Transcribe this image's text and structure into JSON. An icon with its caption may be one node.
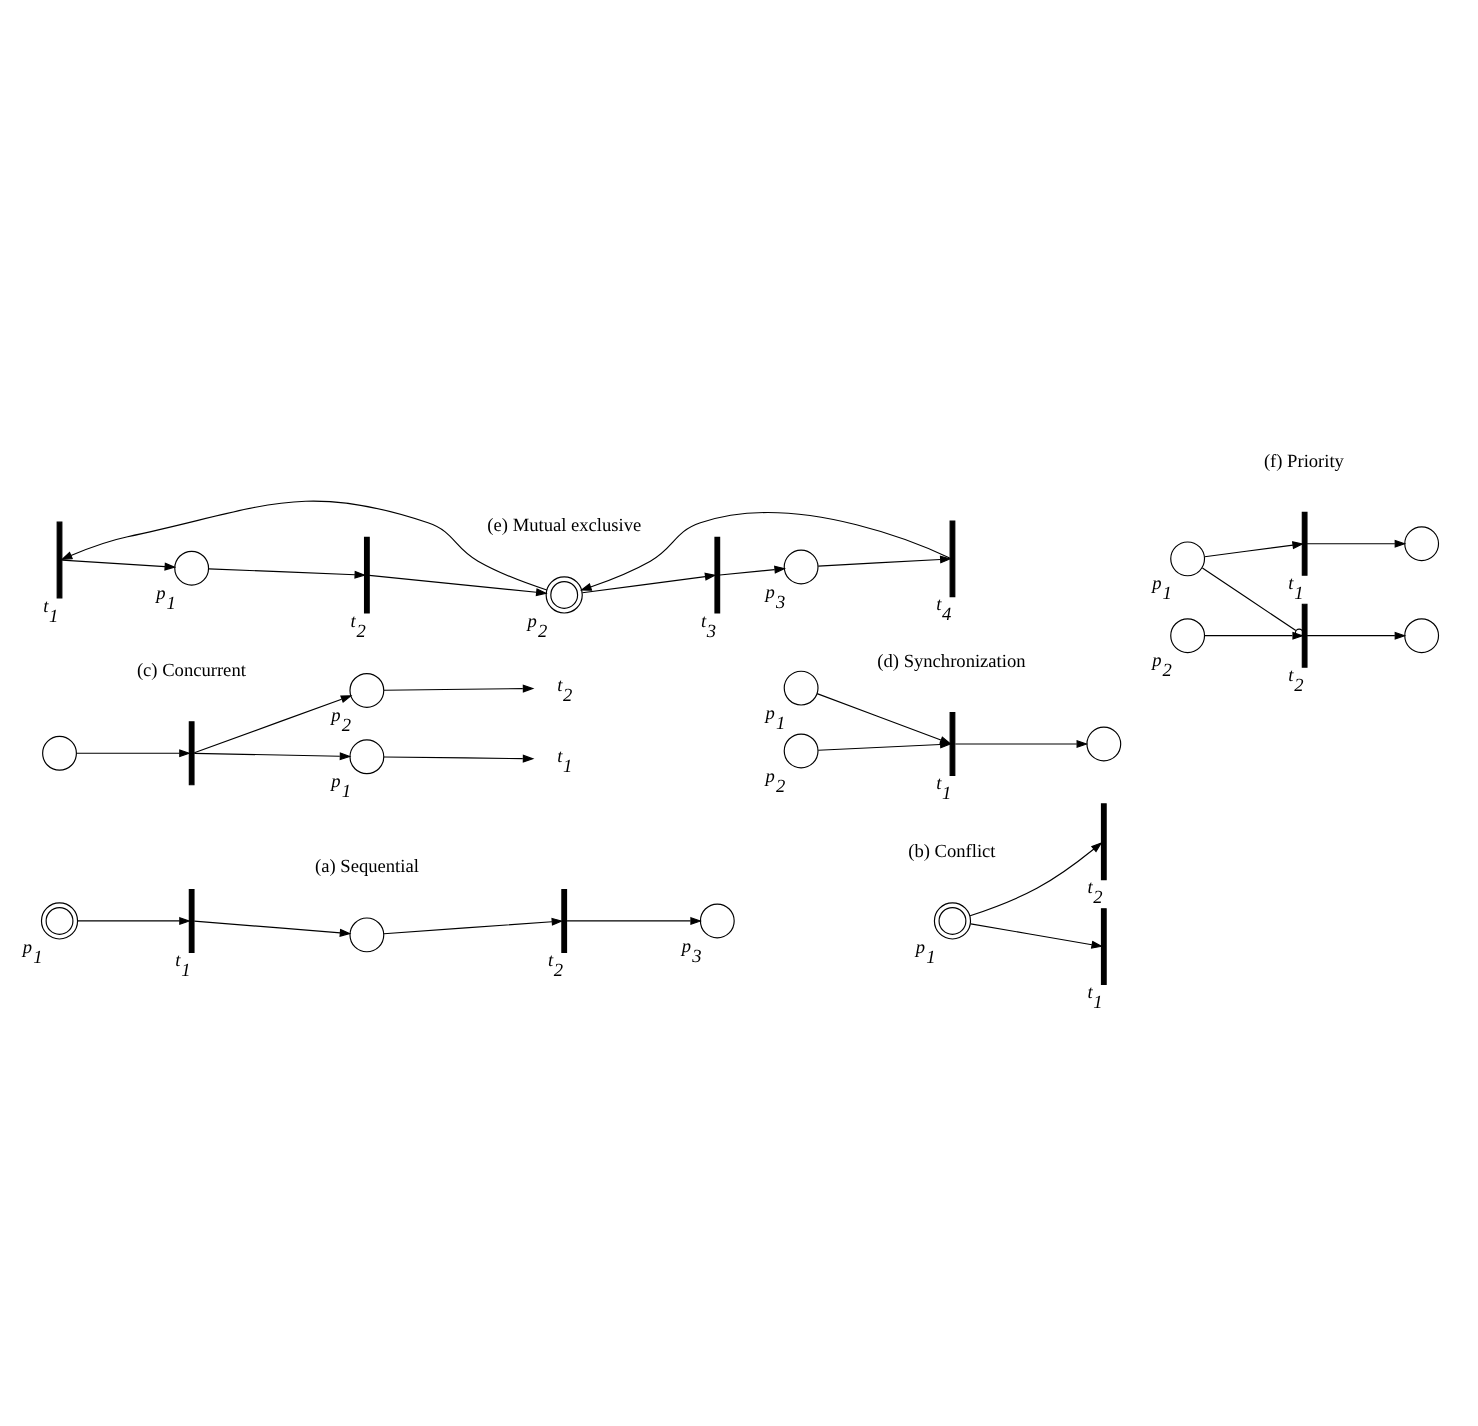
{
  "diagram": {
    "nodes": [
      {
        "text": [],
        "shape": "circle",
        "beside": [
          "p$_{1}$"
        ]
      },
      {
        "text": [],
        "shape": "bar",
        "beside": [
          "t$_{1}$"
        ]
      },
      {
        "text": [],
        "shape": "circle"
      },
      {
        "text": [],
        "shape": "bar",
        "beside": [
          "t$_{2}$"
        ]
      },
      {
        "text": [],
        "shape": "circle",
        "beside": [
          "p$_{3}$"
        ]
      },
      {
        "text": [],
        "shape": "circle",
        "beside": [
          "p$_{1}$"
        ]
      },
      {
        "text": [],
        "shape": "bar",
        "beside": [
          "t$_{1}$"
        ]
      },
      {
        "text": [],
        "shape": "bar",
        "beside": [
          "t$_{2}$"
        ]
      },
      {
        "text": [],
        "shape": "circle"
      },
      {
        "text": [],
        "shape": "bar"
      },
      {
        "text": [],
        "shape": "circle",
        "beside": [
          "p$_{1}$"
        ]
      },
      {
        "text": [],
        "shape": "circle",
        "beside": [
          "p$_{2}$"
        ]
      },
      {
        "text": [
          "t$_{1}$"
        ]
      },
      {
        "text": [
          "t$_{2}$"
        ]
      },
      {
        "text": [],
        "shape": "circle",
        "beside": [
          "p$_{1}$"
        ]
      },
      {
        "text": [],
        "shape": "circle",
        "beside": [
          "p$_{2}$"
        ]
      },
      {
        "text": [],
        "shape": "bar",
        "beside": [
          "t$_{1}$"
        ]
      },
      {
        "text": [],
        "shape": "circle"
      },
      {
        "text": [],
        "shape": "bar",
        "beside": [
          "t$_{1}$"
        ]
      },
      {
        "text": [],
        "shape": "bar",
        "beside": [
          "t$_{3}$"
        ]
      },
      {
        "text": [],
        "shape": "circle",
        "beside": [
          "p$_{1}$"
        ]
      },
      {
        "text": [],
        "shape": "circle",
        "beside": [
          "p$_{2}$"
        ]
      },
      {
        "text": [],
        "shape": "circle",
        "beside": [
          "p$_{3}$"
        ]
      },
      {
        "text": [],
        "shape": "bar",
        "beside": [
          "t$_{2}$"
        ]
      },
      {
        "text": [],
        "shape": "bar",
        "beside": [
          "t$_{4}$"
        ]
      },
      {
        "text": [],
        "shape": "circle",
        "beside": [
          "p$_{1}$"
        ]
      },
      {
        "text": [],
        "shape": "bar",
        "beside": [
          "t$_{1}$"
        ]
      },
      {
        "text": [],
        "shape": "circle"
      },
      {
        "text": [],
        "shape": "circle",
        "beside": [
          "p$_{2}$"
        ]
      },
      {
        "text": [],
        "shape": "bar",
        "beside": [
          "t$_{2}$"
        ]
      },
      {
        "text": [],
        "shape": "circle"
      }
    ],
    "edges": [
      {
        "from": 0,
        "to": 1,
        "arrow": "to"
      },
      {
        "from": 1,
        "to": 2,
        "arrow": "to"
      },
      {
        "from": 2,
        "to": 3,
        "arrow": "to"
      },
      {
        "from": 3,
        "to": 4,
        "arrow": "to"
      },
      {
        "from": 5,
        "to": 6,
        "arrow": "to"
      },
      {
        "from": 5,
        "to": 7,
        "arrow": "to"
      },
      {
        "from": 8,
        "to": 9,
        "arrow": "to"
      },
      {
        "from": 9,
        "to": 10,
        "arrow": "to"
      },
      {
        "from": 9,
        "to": 11,
        "arrow": "to"
      },
      {
        "from": 10,
        "to": 12,
        "arrow": "to"
      },
      {
        "from": 11,
        "to": 13,
        "arrow": "to"
      },
      {
        "from": 14,
        "to": 16,
        "arrow": "to"
      },
      {
        "from": 15,
        "to": 16,
        "arrow": "to"
      },
      {
        "from": 16,
        "to": 17,
        "arrow": "to"
      },
      {
        "from": 18,
        "to": 20,
        "arrow": "to"
      },
      {
        "from": 20,
        "to": 23,
        "arrow": "to"
      },
      {
        "from": 23,
        "to": 21,
        "arrow": "to"
      },
      {
        "from": 21,
        "to": 18,
        "arrow": "to"
      },
      {
        "from": 21,
        "to": 19,
        "arrow": "to"
      },
      {
        "from": 19,
        "to": 22,
        "arrow": "to"
      },
      {
        "from": 22,
        "to": 24,
        "arrow": "to"
      },
      {
        "from": 24,
        "to": 21,
        "arrow": "to"
      },
      {
        "from": 25,
        "to": 26,
        "arrow": "to"
      },
      {
        "from": 26,
        "to": 27,
        "arrow": "to"
      },
      {
        "from": 25,
        "to": 29,
        "arrow": "other"
      },
      {
        "from": 28,
        "to": 29,
        "arrow": "to"
      },
      {
        "from": 29,
        "to": 30,
        "arrow": "to"
      }
    ],
    "labels": [
      "(a) Sequential",
      "(b) Conflict",
      "(c) Concurrent",
      "(d) Synchronization",
      "(e) Mutual exclusive",
      "(f) Priority"
    ]
  }
}
